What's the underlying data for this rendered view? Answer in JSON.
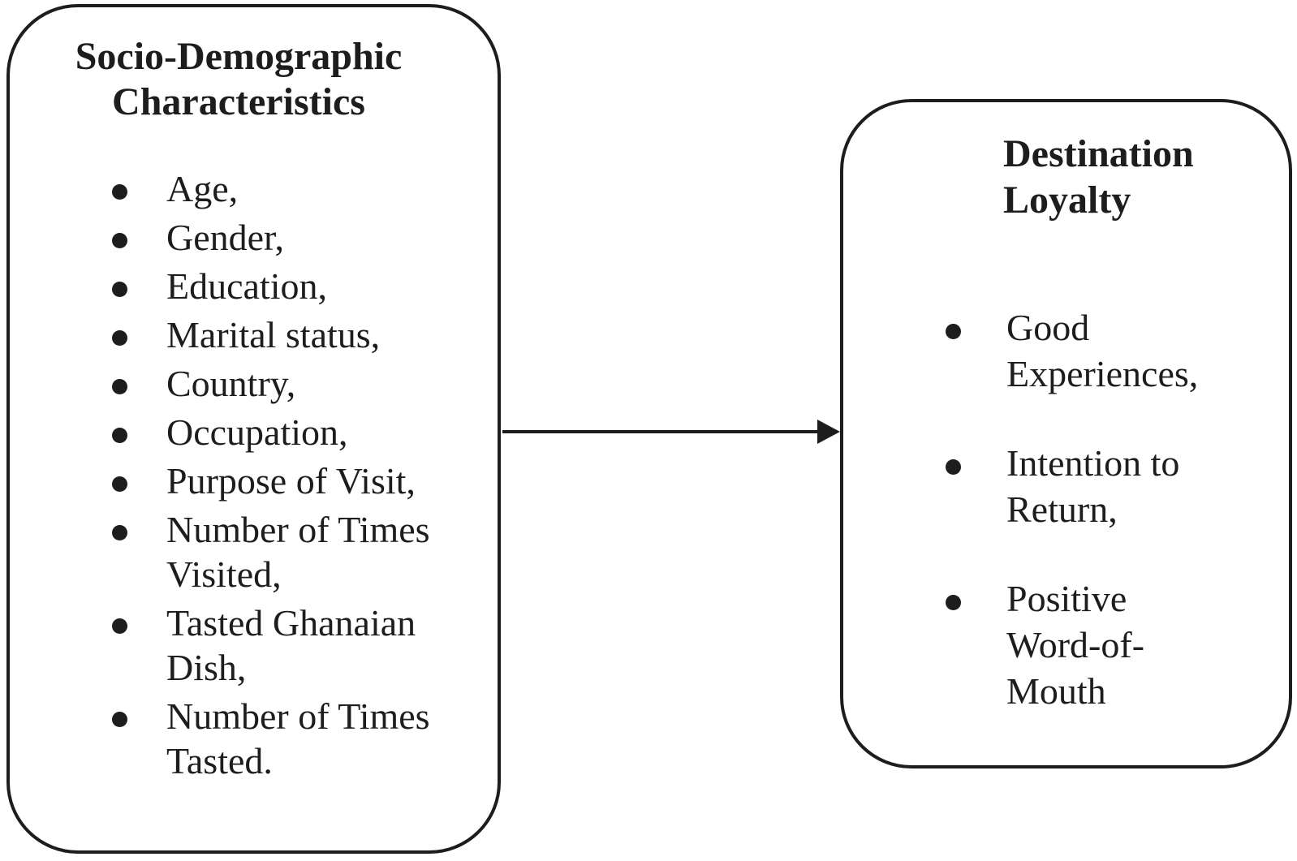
{
  "diagram": {
    "left_box": {
      "title": "Socio-Demographic Characteristics",
      "items": [
        "Age,",
        "Gender,",
        "Education,",
        "Marital status,",
        "Country,",
        "Occupation,",
        "Purpose of Visit,",
        "Number of Times Visited,",
        "Tasted Ghanaian Dish,",
        "Number of Times Tasted."
      ]
    },
    "right_box": {
      "title": "Destination Loyalty",
      "items": [
        "Good Experiences,",
        "Intention to Return,",
        "Positive Word-of-Mouth"
      ]
    },
    "arrow": {
      "direction": "left-to-right"
    },
    "colors": {
      "stroke": "#1d1d1d",
      "text": "#1d1d1d",
      "background": "#ffffff"
    }
  }
}
